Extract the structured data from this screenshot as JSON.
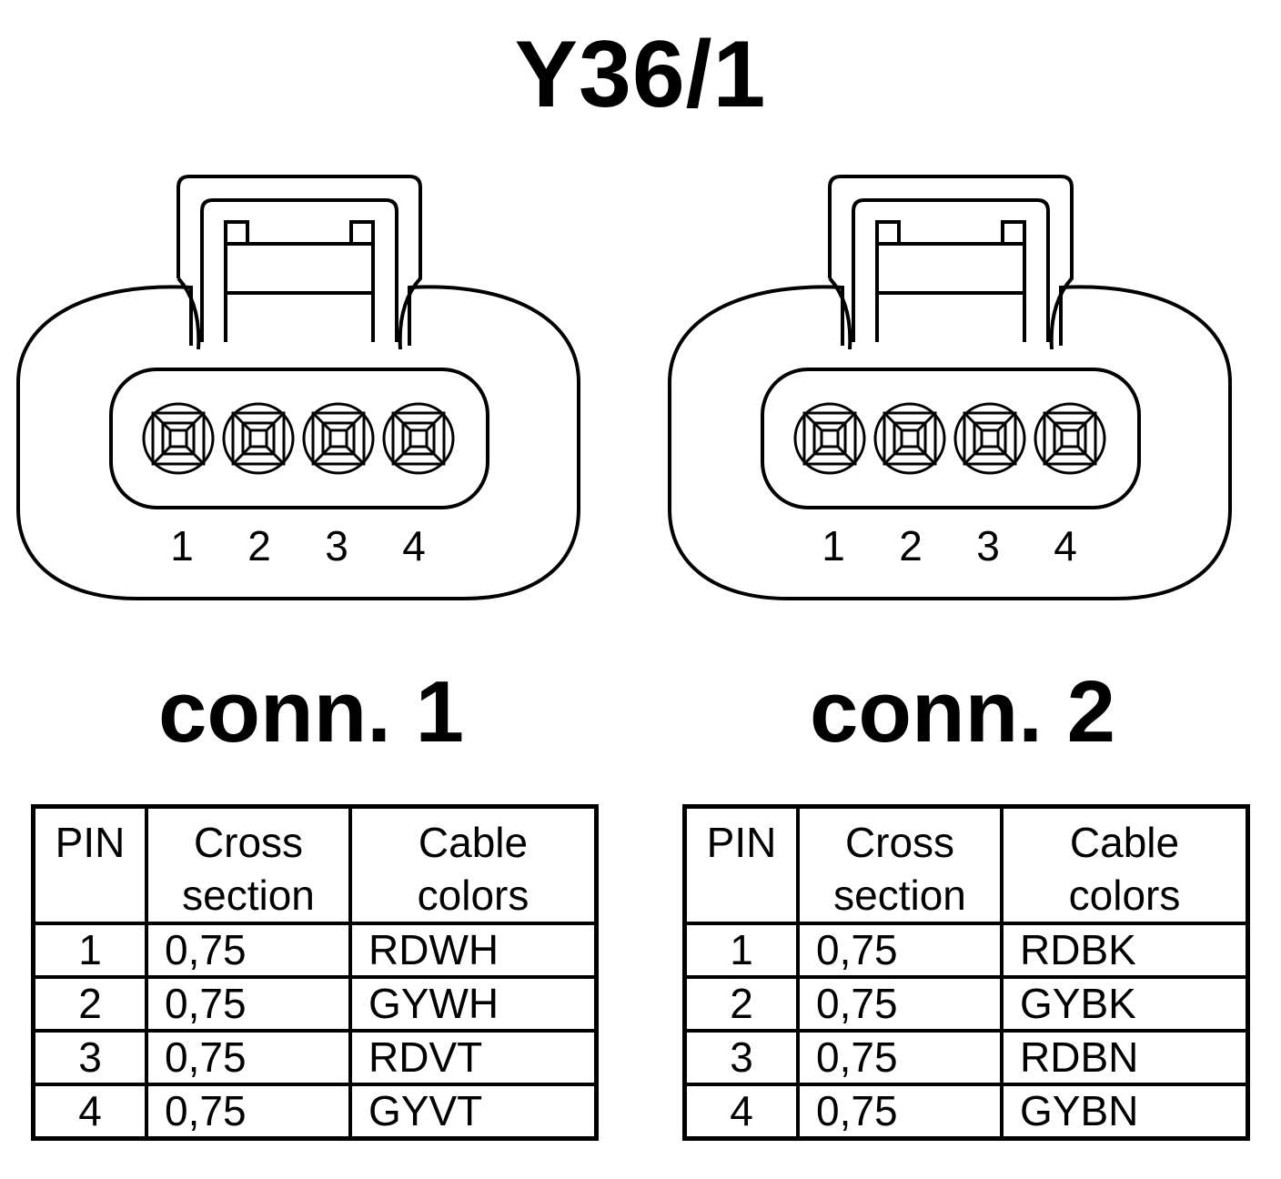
{
  "title": "Y36/1",
  "connectors": [
    {
      "label": "conn. 1",
      "pins": [
        "1",
        "2",
        "3",
        "4"
      ],
      "table": {
        "headers": {
          "pin": "PIN",
          "cross_line1": "Cross",
          "cross_line2": "section",
          "color_line1": "Cable",
          "color_line2": "colors"
        },
        "rows": [
          {
            "pin": "1",
            "cross": "0,75",
            "color": "RDWH"
          },
          {
            "pin": "2",
            "cross": "0,75",
            "color": "GYWH"
          },
          {
            "pin": "3",
            "cross": "0,75",
            "color": "RDVT"
          },
          {
            "pin": "4",
            "cross": "0,75",
            "color": "GYVT"
          }
        ]
      }
    },
    {
      "label": "conn. 2",
      "pins": [
        "1",
        "2",
        "3",
        "4"
      ],
      "table": {
        "headers": {
          "pin": "PIN",
          "cross_line1": "Cross",
          "cross_line2": "section",
          "color_line1": "Cable",
          "color_line2": "colors"
        },
        "rows": [
          {
            "pin": "1",
            "cross": "0,75",
            "color": "RDBK"
          },
          {
            "pin": "2",
            "cross": "0,75",
            "color": "GYBK"
          },
          {
            "pin": "3",
            "cross": "0,75",
            "color": "RDBN"
          },
          {
            "pin": "4",
            "cross": "0,75",
            "color": "GYBN"
          }
        ]
      }
    }
  ]
}
